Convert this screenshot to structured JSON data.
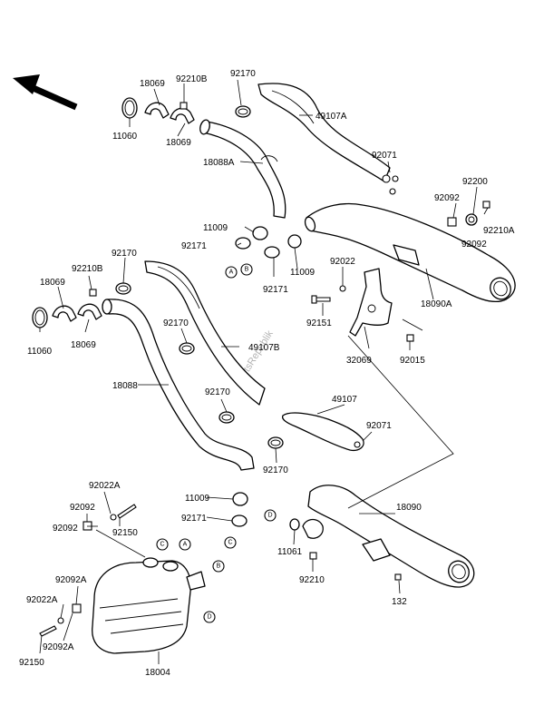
{
  "watermark": "PartsRepublik",
  "labels": {
    "l11060a": "11060",
    "l18069a": "18069",
    "l92210Ba": "92210B",
    "l92170a": "92170",
    "l49107A": "49107A",
    "l18069b": "18069",
    "l18088A": "18088A",
    "l92071a": "92071",
    "l92200": "92200",
    "l92092a": "92092",
    "l92210A": "92210A",
    "l92092b": "92092",
    "l11009a": "11009",
    "l92171a": "92171",
    "l11009b": "11009",
    "l92171b": "92171",
    "l92022": "92022",
    "l18090A": "18090A",
    "l92170b": "92170",
    "l92210Bb": "92210B",
    "l18069c": "18069",
    "l11060b": "11060",
    "l18069d": "18069",
    "l92151": "92151",
    "l92170c": "92170",
    "l49107B": "49107B",
    "l32069": "32069",
    "l92015": "92015",
    "l18088": "18088",
    "l92170d": "92170",
    "l49107": "49107",
    "l92071b": "92071",
    "l92170e": "92170",
    "l92022A": "92022A",
    "l92092c": "92092",
    "l92092d": "92092",
    "l92150a": "92150",
    "l11009c": "11009",
    "l92171c": "92171",
    "l18090": "18090",
    "l11061": "11061",
    "l92210": "92210",
    "l92092A": "92092A",
    "l92022Ab": "92022A",
    "l92092Ab": "92092A",
    "l92150b": "92150",
    "l18004": "18004",
    "l132": "132"
  },
  "connectors": {
    "A": "A",
    "B": "B",
    "C": "C",
    "D": "D"
  }
}
